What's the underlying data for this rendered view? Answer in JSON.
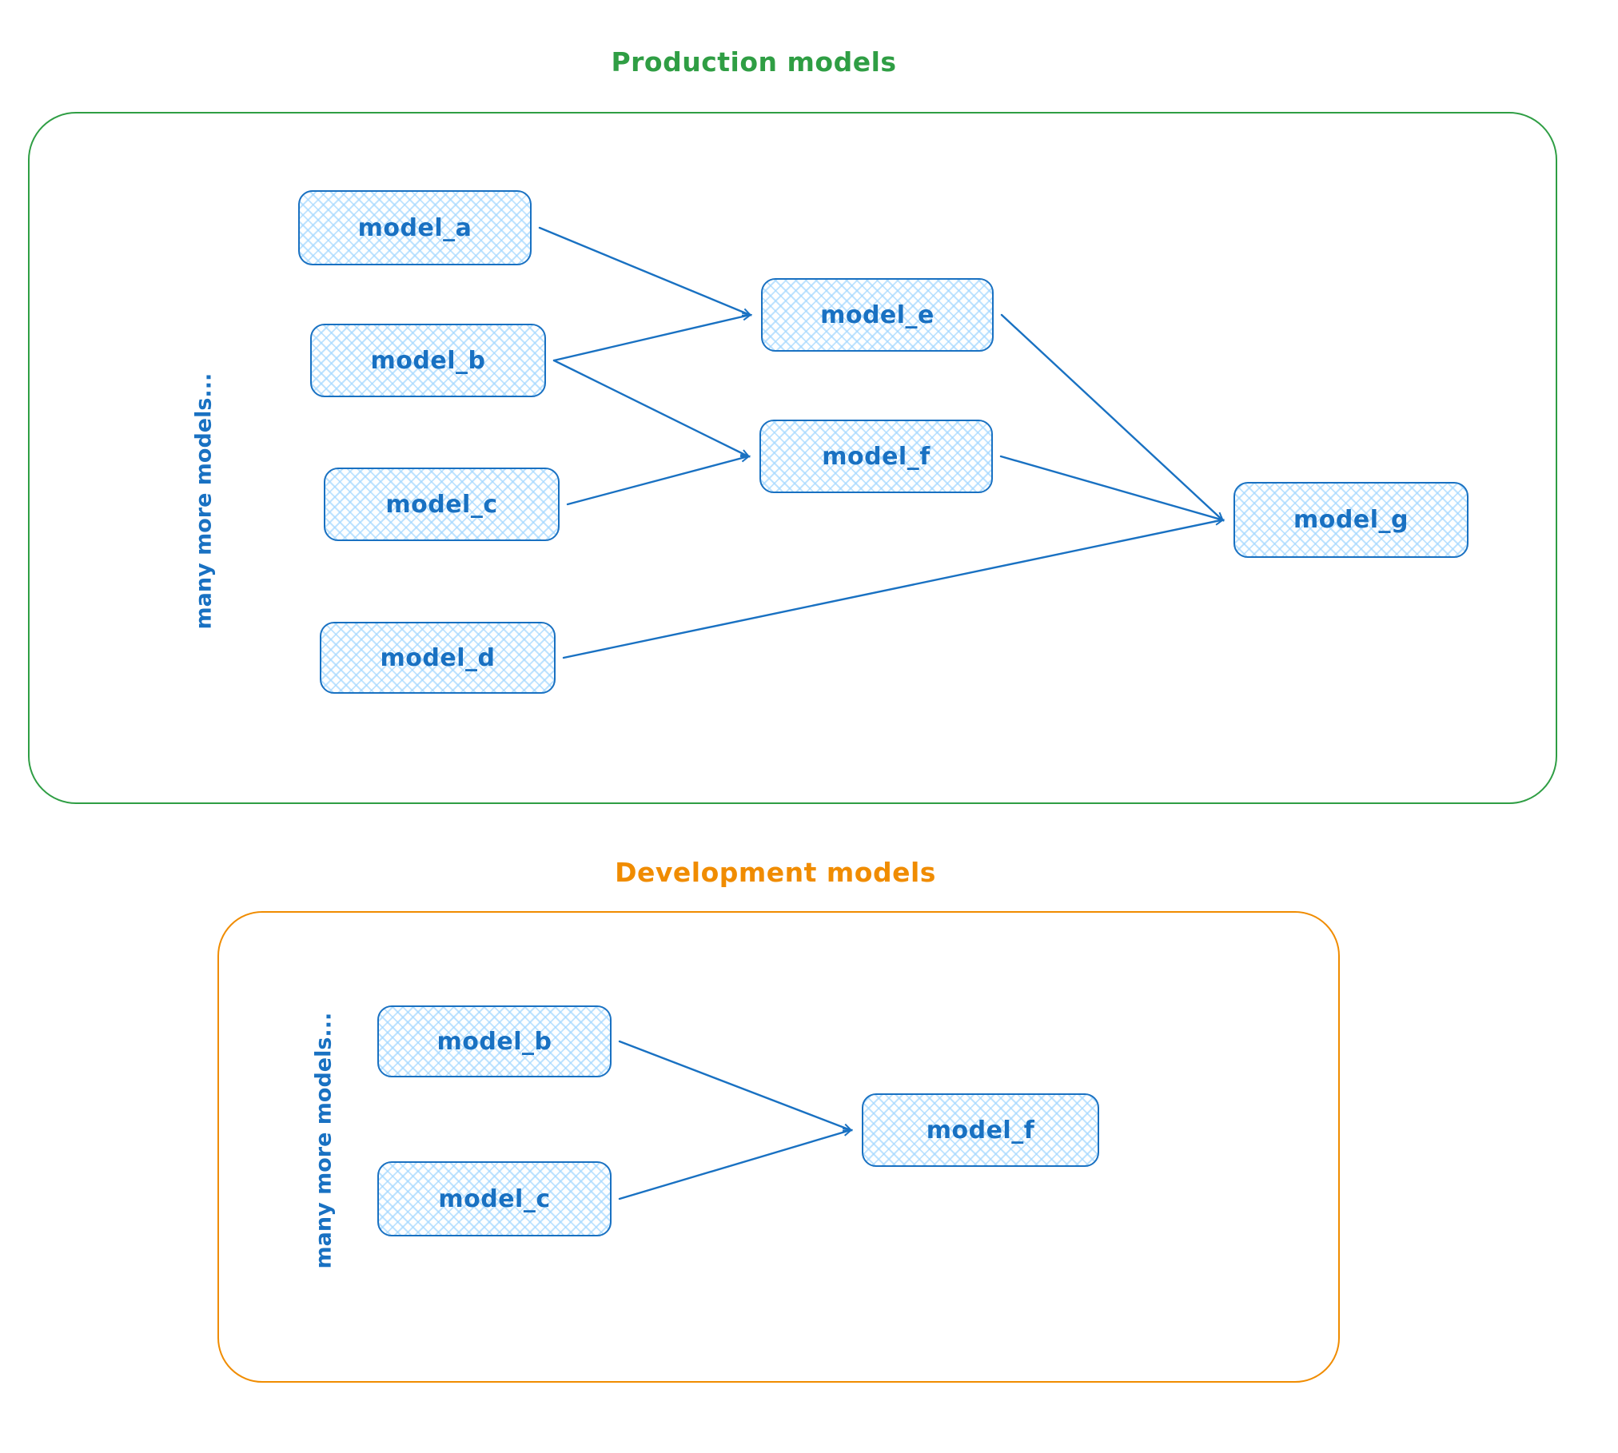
{
  "colors": {
    "node_stroke": "#1971c2",
    "node_fill": "#a5d8ff",
    "production_frame": "#2f9e44",
    "development_frame": "#f08c00"
  },
  "production": {
    "title": "Production models",
    "side_label": "many more models...",
    "nodes": [
      {
        "id": "model_a",
        "label": "model_a"
      },
      {
        "id": "model_b",
        "label": "model_b"
      },
      {
        "id": "model_c",
        "label": "model_c"
      },
      {
        "id": "model_d",
        "label": "model_d"
      },
      {
        "id": "model_e",
        "label": "model_e"
      },
      {
        "id": "model_f",
        "label": "model_f"
      },
      {
        "id": "model_g",
        "label": "model_g"
      }
    ],
    "edges": [
      {
        "from": "model_a",
        "to": "model_e"
      },
      {
        "from": "model_b",
        "to": "model_e"
      },
      {
        "from": "model_b",
        "to": "model_f"
      },
      {
        "from": "model_c",
        "to": "model_f"
      },
      {
        "from": "model_e",
        "to": "model_g"
      },
      {
        "from": "model_f",
        "to": "model_g"
      },
      {
        "from": "model_d",
        "to": "model_g"
      }
    ]
  },
  "development": {
    "title": "Development models",
    "side_label": "many more models...",
    "nodes": [
      {
        "id": "model_b",
        "label": "model_b"
      },
      {
        "id": "model_c",
        "label": "model_c"
      },
      {
        "id": "model_f",
        "label": "model_f"
      }
    ],
    "edges": [
      {
        "from": "model_b",
        "to": "model_f"
      },
      {
        "from": "model_c",
        "to": "model_f"
      }
    ]
  }
}
